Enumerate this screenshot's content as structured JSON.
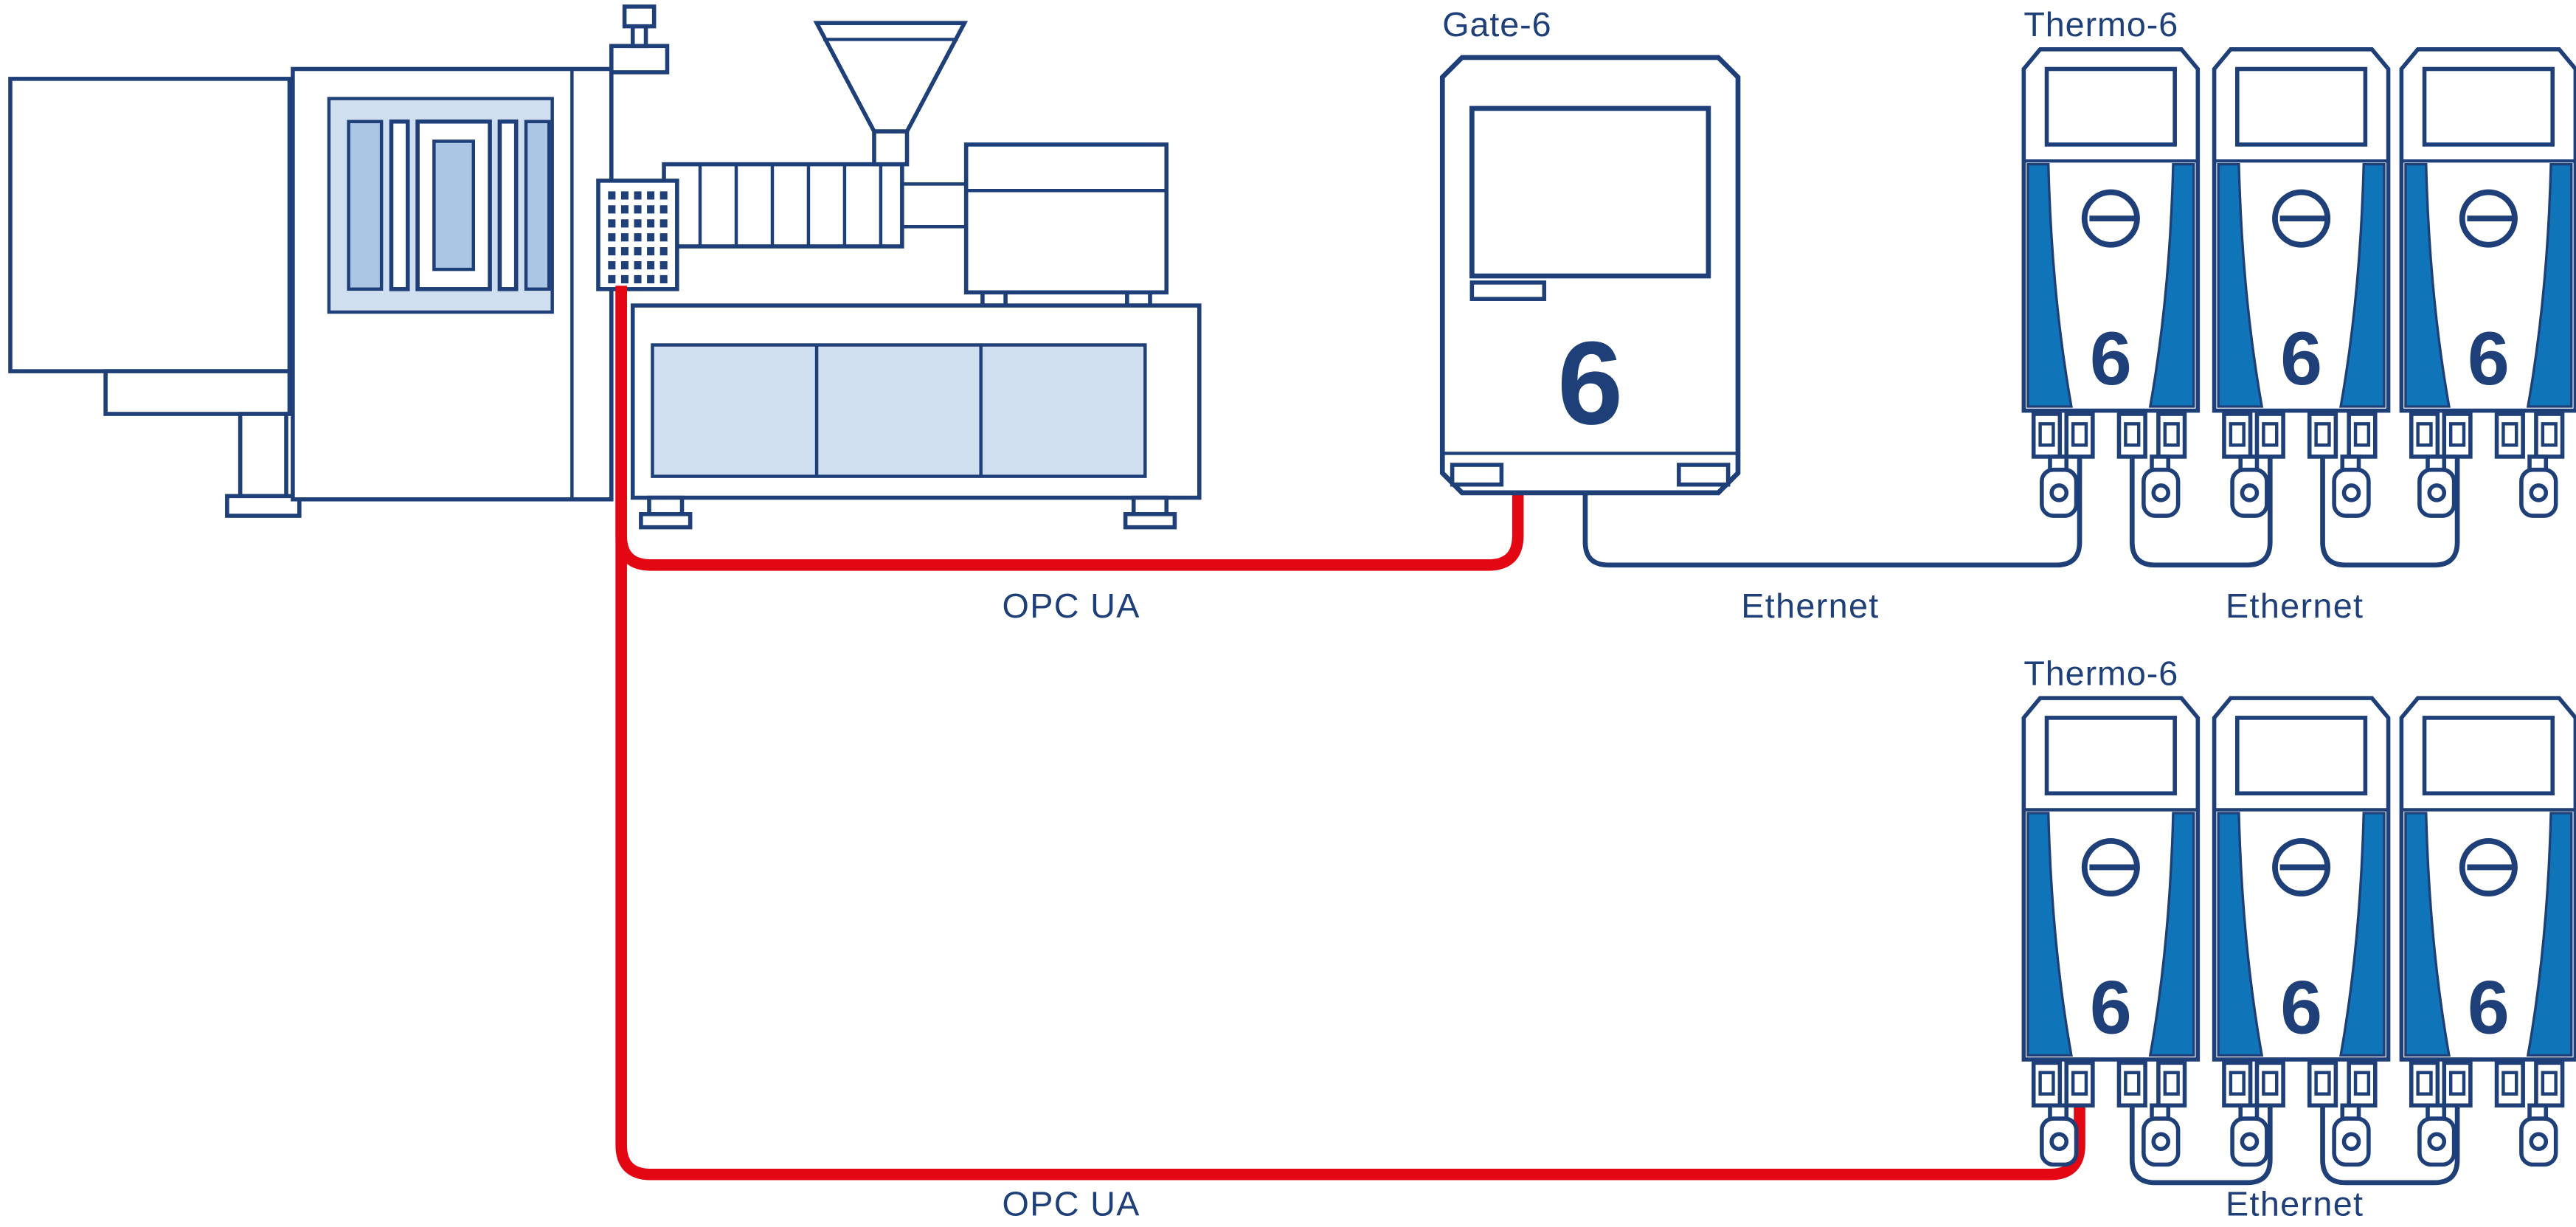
{
  "diagram": {
    "background": "#ffffff",
    "colors": {
      "outline_navy": "#1e3f77",
      "panel_blue": "#1074b9",
      "light_blue": "#cfdff0",
      "mid_blue": "#abc6e5",
      "cable_red": "#e30613"
    },
    "gate": {
      "title": "Gate-6",
      "logo_digit": "6"
    },
    "thermo": {
      "logo_digit": "6",
      "groups": [
        {
          "title": "Thermo-6",
          "unit_count": 3
        },
        {
          "title": "Thermo-6",
          "unit_count": 3
        }
      ]
    },
    "connections": {
      "opcua_gate": {
        "label": "OPC UA"
      },
      "opcua_thermo": {
        "label": "OPC UA"
      },
      "ethernet_gate_thermo": {
        "label": "Ethernet"
      },
      "ethernet_thermo_top": {
        "label": "Ethernet"
      },
      "ethernet_thermo_bottom": {
        "label": "Ethernet"
      }
    }
  }
}
